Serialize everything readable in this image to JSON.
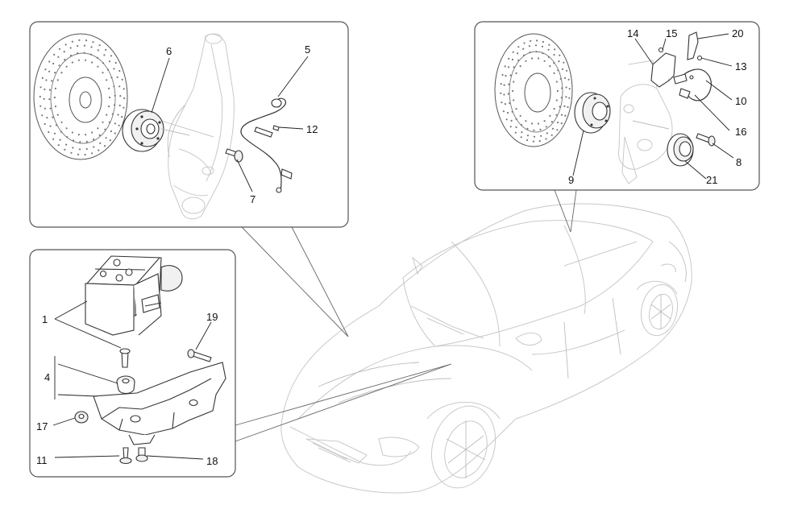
{
  "labels": {
    "front_left": {
      "p6": "6",
      "p5": "5",
      "p12": "12",
      "p7": "7"
    },
    "rear_right": {
      "p14": "14",
      "p15": "15",
      "p20": "20",
      "p13": "13",
      "p10": "10",
      "p16": "16",
      "p8": "8",
      "p21": "21",
      "p9": "9"
    },
    "abs_unit": {
      "p1": "1",
      "p19": "19",
      "p4": "4",
      "p17": "17",
      "p11": "11",
      "p18": "18"
    }
  }
}
